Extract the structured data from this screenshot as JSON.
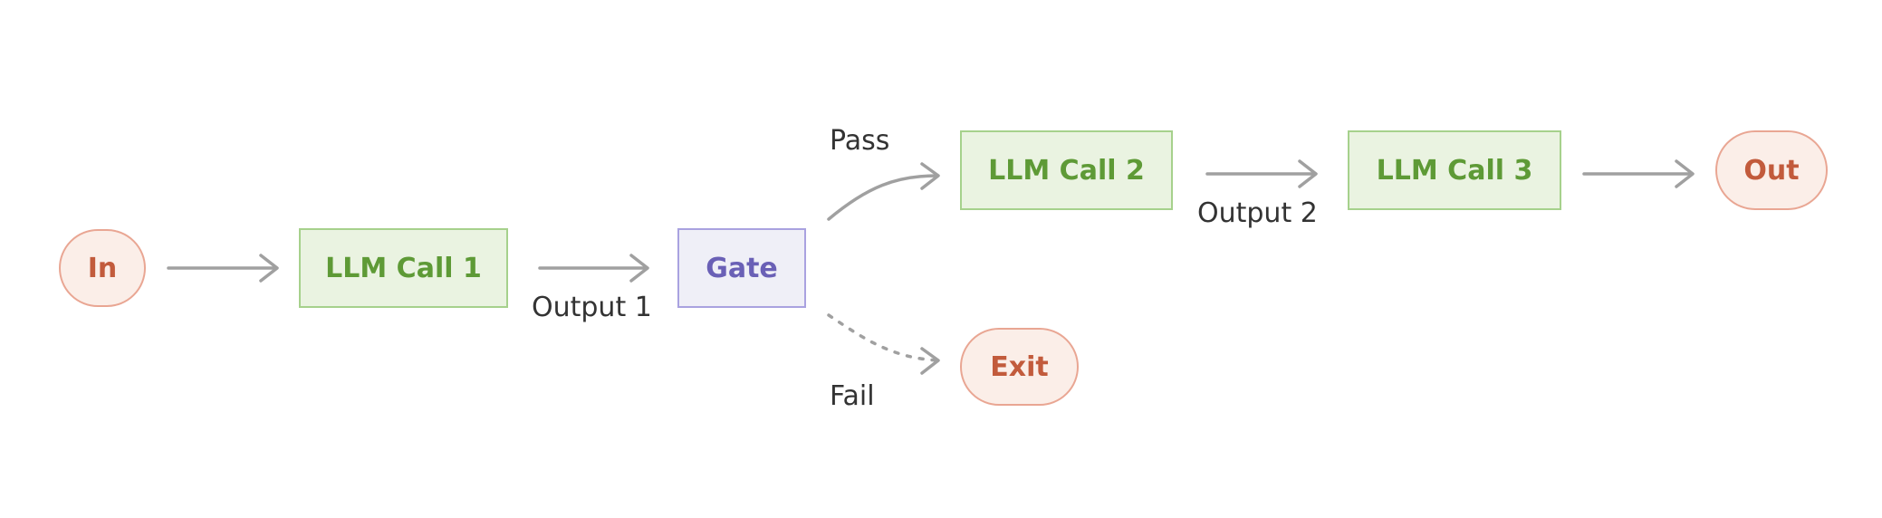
{
  "colors": {
    "terminal_fill": "#fbeee8",
    "terminal_border": "#e9a693",
    "terminal_text": "#c25b3c",
    "llm_fill": "#eaf3e1",
    "llm_border": "#a6d18c",
    "llm_text": "#5e9a36",
    "gate_fill": "#efeff7",
    "gate_border": "#a9a2e0",
    "gate_text": "#6a60b6",
    "arrow": "#a0a0a0",
    "label_text": "#333333"
  },
  "nodes": {
    "in": "In",
    "llm1": "LLM Call 1",
    "gate": "Gate",
    "llm2": "LLM Call 2",
    "llm3": "LLM Call 3",
    "out": "Out",
    "exit": "Exit"
  },
  "edge_labels": {
    "output1": "Output 1",
    "pass": "Pass",
    "fail": "Fail",
    "output2": "Output 2"
  }
}
